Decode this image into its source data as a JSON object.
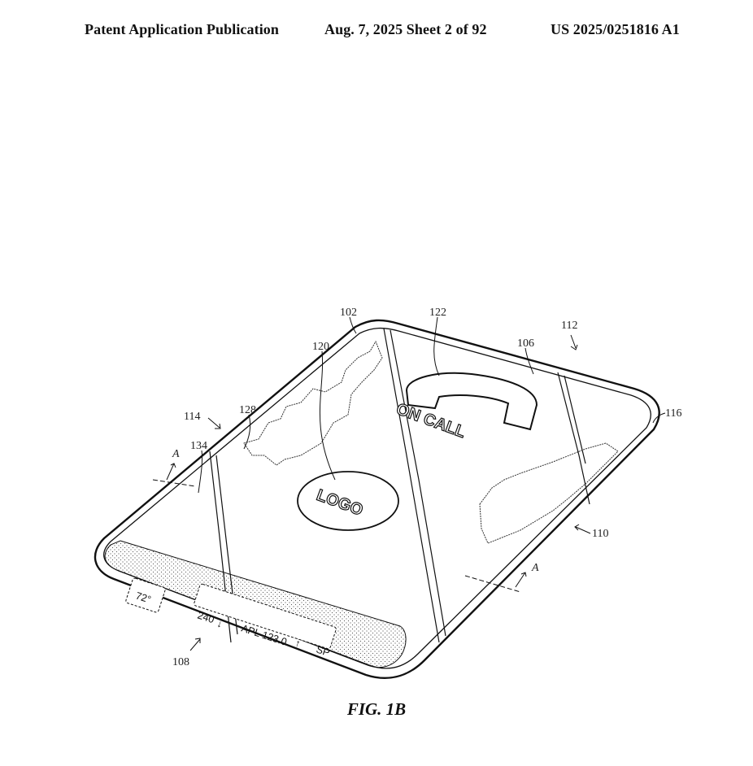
{
  "header": {
    "left": "Patent Application Publication",
    "middle": "Aug. 7, 2025   Sheet 2 of 92",
    "right": "US 2025/0251816 A1"
  },
  "figure": {
    "caption": "FIG. 1B",
    "screen_text": {
      "on_call": "ON CALL",
      "logo": "LOGO",
      "temperature": "72°",
      "stock_down": "240",
      "stock_ticker": "APL 123.0",
      "stock_right": "SP"
    },
    "reference_numerals": {
      "r102": "102",
      "r122": "122",
      "r112": "112",
      "r120": "120",
      "r106": "106",
      "r114": "114",
      "r128": "128",
      "r116": "116",
      "r134": "134",
      "r110": "110",
      "r108": "108",
      "section_a_left": "A",
      "section_a_right": "A"
    }
  }
}
